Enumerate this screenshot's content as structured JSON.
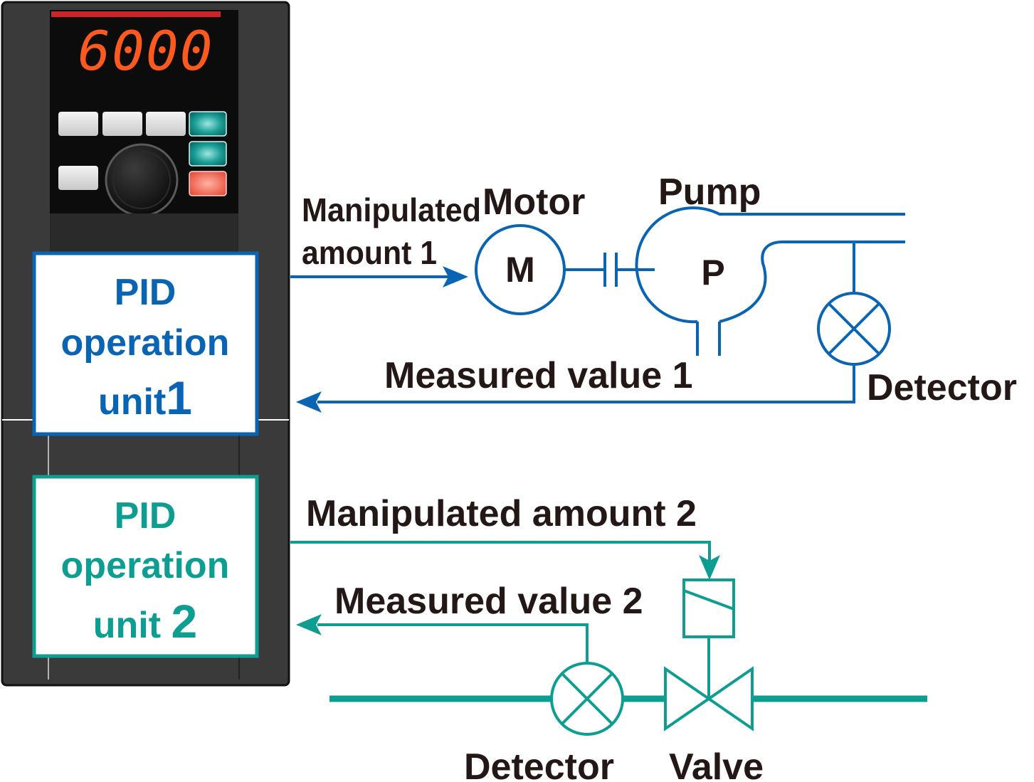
{
  "colors": {
    "blue": "#0a64b4",
    "teal": "#0e9e91",
    "text": "#231815",
    "inverter_body": "#3a3a3a",
    "display_text": "#ff5a1e",
    "stop_key": "#f0705a"
  },
  "inverter": {
    "display_value": "6000"
  },
  "pid_unit_1": {
    "line1": "PID",
    "line2": "operation",
    "line3_text": "unit",
    "line3_number": "1"
  },
  "pid_unit_2": {
    "line1": "PID",
    "line2": "operation",
    "line3_text": "unit ",
    "line3_number": "2"
  },
  "loop1": {
    "manipulated_line1": "Manipulated",
    "manipulated_line2": "amount 1",
    "measured": "Measured value 1",
    "motor_label": "Motor",
    "motor_symbol": "M",
    "pump_label": "Pump",
    "pump_symbol": "P",
    "detector_label": "Detector"
  },
  "loop2": {
    "manipulated": "Manipulated amount 2",
    "measured": "Measured value 2",
    "detector_label": "Detector",
    "valve_label": "Valve"
  }
}
